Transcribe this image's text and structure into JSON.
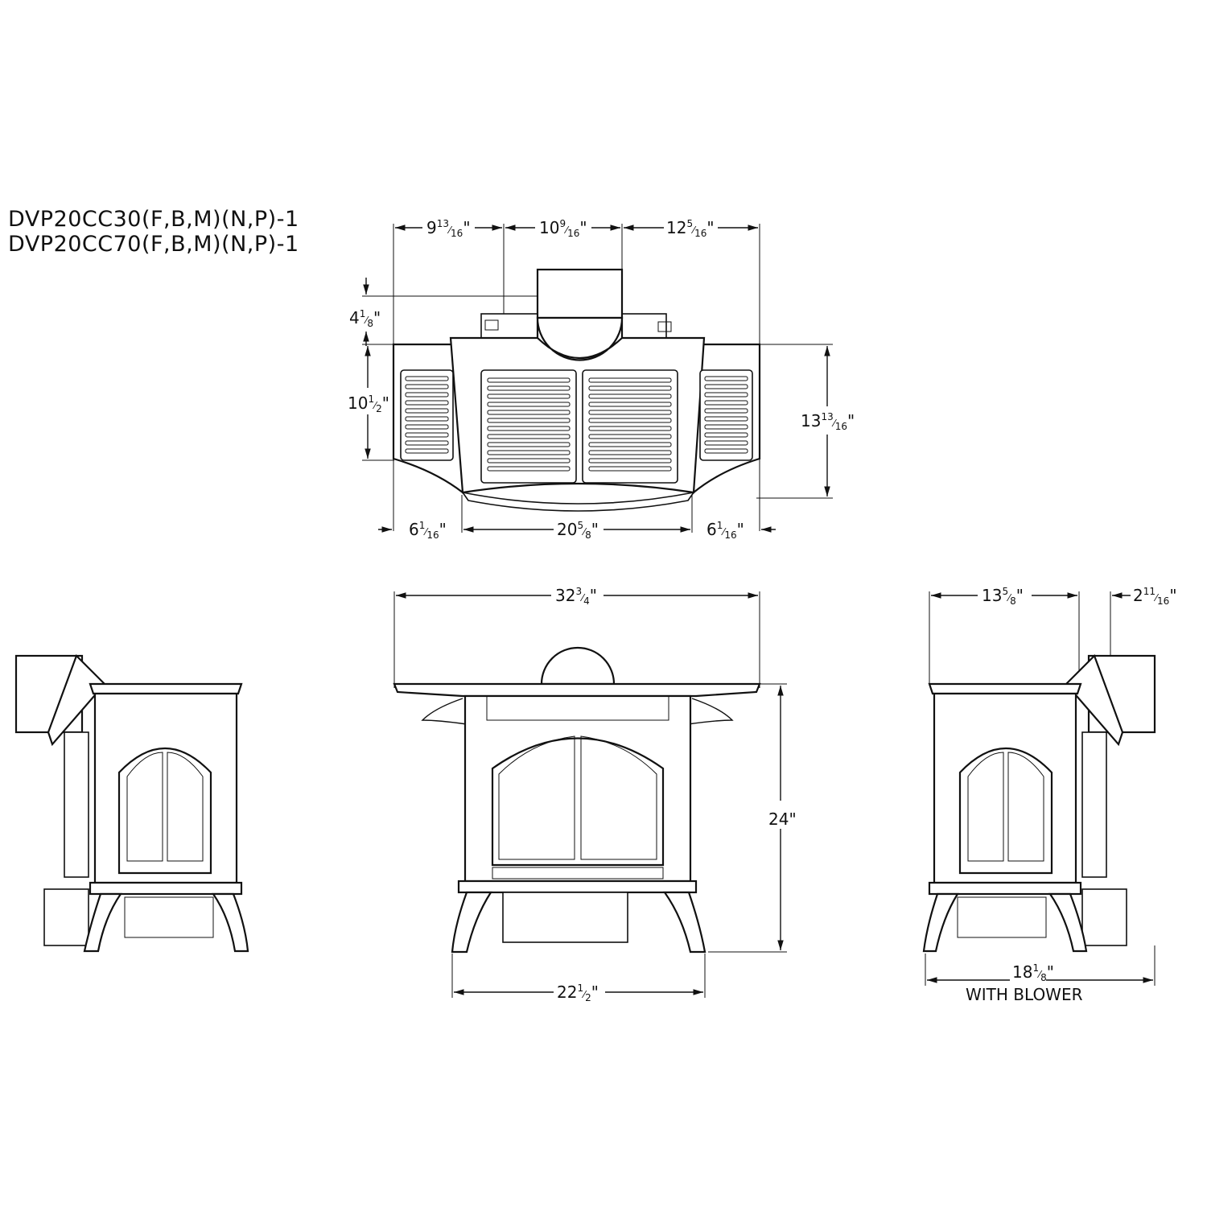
{
  "models": [
    "DVP20CC30(F,B,M)(N,P)-1",
    "DVP20CC70(F,B,M)(N,P)-1"
  ],
  "unit": "\"",
  "top_view": {
    "width_left": {
      "whole": "9",
      "num": "13",
      "den": "16"
    },
    "width_pipe": {
      "whole": "10",
      "num": "9",
      "den": "16"
    },
    "width_right": {
      "whole": "12",
      "num": "5",
      "den": "16"
    },
    "pipe_offset": {
      "whole": "4",
      "num": "1",
      "den": "8"
    },
    "side_depth": {
      "whole": "10",
      "num": "1",
      "den": "2"
    },
    "total_depth": {
      "whole": "13",
      "num": "13",
      "den": "16"
    },
    "bottom_left": {
      "whole": "6",
      "num": "1",
      "den": "16"
    },
    "bottom_center": {
      "whole": "20",
      "num": "5",
      "den": "8"
    },
    "bottom_right": {
      "whole": "6",
      "num": "1",
      "den": "16"
    }
  },
  "front_view": {
    "top_width": {
      "whole": "32",
      "num": "3",
      "den": "4"
    },
    "height": {
      "whole": "24"
    },
    "base_width": {
      "whole": "22",
      "num": "1",
      "den": "2"
    }
  },
  "side_view": {
    "depth": {
      "whole": "13",
      "num": "5",
      "den": "8"
    },
    "pipe_extension": {
      "whole": "2",
      "num": "11",
      "den": "16"
    },
    "depth_blower": {
      "whole": "18",
      "num": "1",
      "den": "8"
    },
    "blower_note": "WITH BLOWER"
  }
}
